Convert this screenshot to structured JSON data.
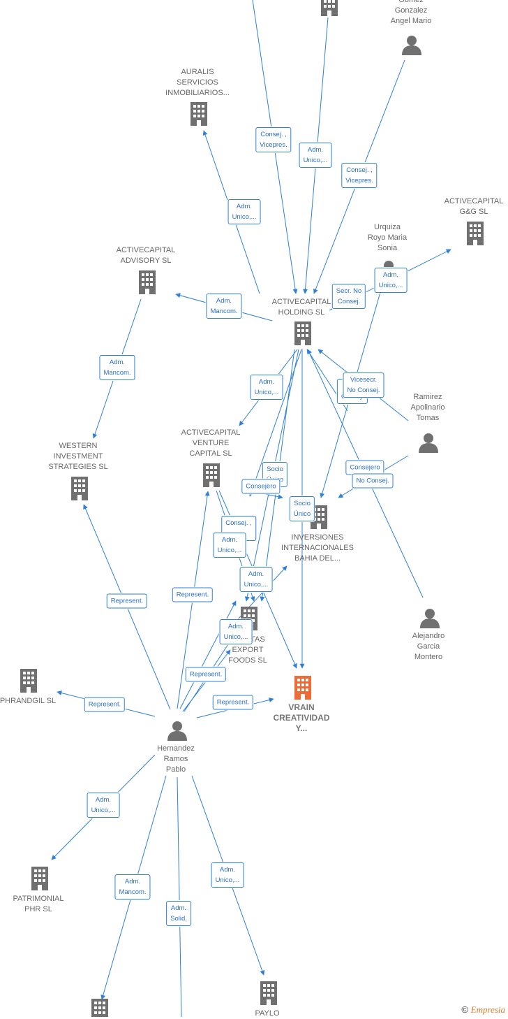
{
  "colors": {
    "edge": "#2e7fd6",
    "icon": "#707070",
    "focus": "#f06a35"
  },
  "nodes": [
    {
      "id": "top_building",
      "type": "company",
      "label": ""
    },
    {
      "id": "gomez",
      "type": "person",
      "label": "Gomez\nGonzalez\nAngel Mario"
    },
    {
      "id": "auralis",
      "type": "company",
      "label": "AURALIS\nSERVICIOS\nINMOBILIARIOS..."
    },
    {
      "id": "activecapital_gg",
      "type": "company",
      "label": "ACTIVECAPITAL\nG&G  SL"
    },
    {
      "id": "urquiza",
      "type": "person",
      "label": "Urquiza\nRoyo Maria\nSonia"
    },
    {
      "id": "activecapital_advisory",
      "type": "company",
      "label": "ACTIVECAPITAL\nADVISORY  SL"
    },
    {
      "id": "activecapital_holding",
      "type": "company",
      "label": "ACTIVECAPITAL\nHOLDING  SL"
    },
    {
      "id": "ramirez",
      "type": "person",
      "label": "Ramirez\nApolinario\nTomas"
    },
    {
      "id": "western",
      "type": "company",
      "label": "WESTERN\nINVESTMENT\nSTRATEGIES  SL"
    },
    {
      "id": "activecapital_venture",
      "type": "company",
      "label": "ACTIVECAPITAL\nVENTURE\nCAPITAL  SL"
    },
    {
      "id": "inversiones",
      "type": "company",
      "label": "INVERSIONES\nINTERNACIONALES\nBAHIA DEL..."
    },
    {
      "id": "alejandro",
      "type": "person",
      "label": "Alejandro\nGarcia\nMontero"
    },
    {
      "id": "iberitas",
      "type": "company",
      "label": "IBERITAS\nEXPORT\nFOODS  SL"
    },
    {
      "id": "phrandgil",
      "type": "company",
      "label": "PHRANDGIL  SL"
    },
    {
      "id": "vrain",
      "type": "company",
      "label": "VRAIN\nCREATIVIDAD\nY...",
      "focus": true
    },
    {
      "id": "hernandez",
      "type": "person",
      "label": "Hernandez\nRamos\nPablo"
    },
    {
      "id": "patrimonial",
      "type": "company",
      "label": "PATRIMONIAL\nPHR  SL"
    },
    {
      "id": "paylo",
      "type": "company",
      "label": "PAYLO"
    },
    {
      "id": "bottom_building",
      "type": "company",
      "label": ""
    }
  ],
  "edge_labels": [
    "Consej. ,\nVicepres.",
    "Adm.\nUnico,...",
    "Consej. ,\nVicepres.",
    "Adm.\nUnico,...",
    "Adm.\nUnico,...",
    "Secr.  No\nConsej.",
    "Adm.\nMancom.",
    "Adm.\nMancom.",
    "Adm.\nUnico,...",
    "Secr.\nConsej.",
    "Vicesecr.\nNo Consej.",
    "Socio\nÚnico",
    "Consejero",
    "Socio\nÚnico",
    "Consejero",
    "No Consej.",
    "Consej. ,\n....",
    "Adm.\nUnico,...",
    "Adm.\nUnico,...",
    "Represent.",
    "Represent.",
    "Represent.",
    "Represent.",
    "Adm.\nUnico,...",
    "Represent.",
    "Adm.\nUnico,...",
    "Adm.\nMancom.",
    "Adm.\nSolid.",
    "Adm.\nUnico,..."
  ],
  "footer": {
    "copyright": "©",
    "brand": "Empresia"
  }
}
